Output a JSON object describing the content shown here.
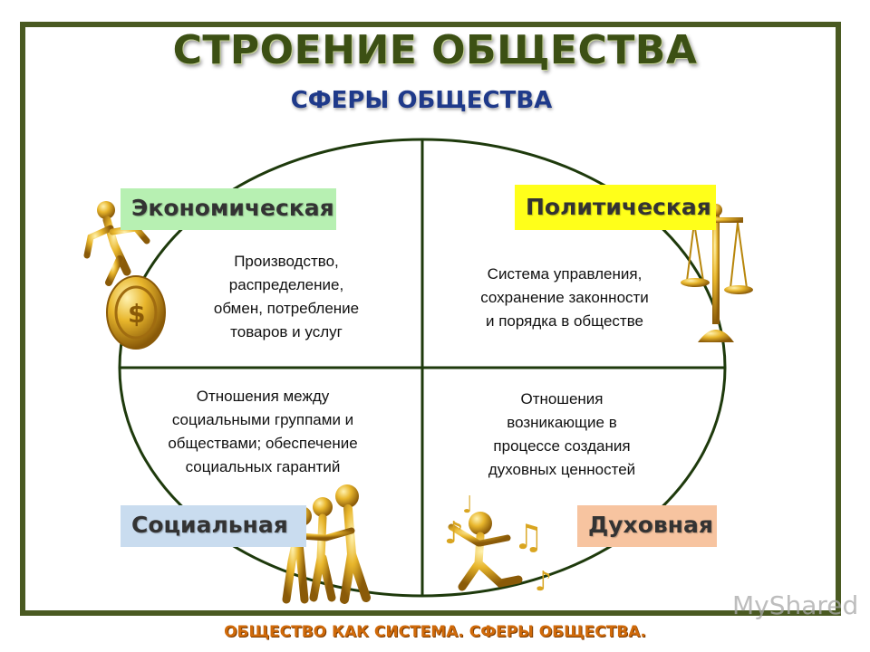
{
  "title": "СТРОЕНИЕ ОБЩЕСТВА",
  "subtitle": "СФЕРЫ ОБЩЕСТВА",
  "spheres": [
    {
      "label": "Экономическая",
      "color": "#b7f0b2",
      "figure": "coin-runner-icon",
      "lines": [
        "Производство,",
        "распределение,",
        "обмен, потребление",
        "товаров и услуг"
      ]
    },
    {
      "label": "Политическая",
      "color": "#ffff1a",
      "figure": "scales-icon",
      "lines": [
        "Система управления,",
        "сохранение законности",
        "и порядка в обществе"
      ]
    },
    {
      "label": "Социальная",
      "color": "#c9dcef",
      "figure": "group-figures-icon",
      "lines": [
        "Отношения между",
        "социальными группами и",
        "обществами; обеспечение",
        "социальных гарантий"
      ]
    },
    {
      "label": "Духовная",
      "color": "#f7c4a0",
      "figure": "music-dancer-icon",
      "lines": [
        "Отношения",
        "возникающие в",
        "процессе создания",
        "духовных ценностей"
      ]
    }
  ],
  "watermark": "MyShared",
  "footer": "ОБЩЕСТВО КАК СИСТЕМА. СФЕРЫ ОБЩЕСТВА.",
  "colors": {
    "frame": "#4a5a22",
    "title": "#3c5014",
    "subtitle": "#1f3a8a",
    "footer": "#d06a0a",
    "gold": "#d9a520"
  }
}
